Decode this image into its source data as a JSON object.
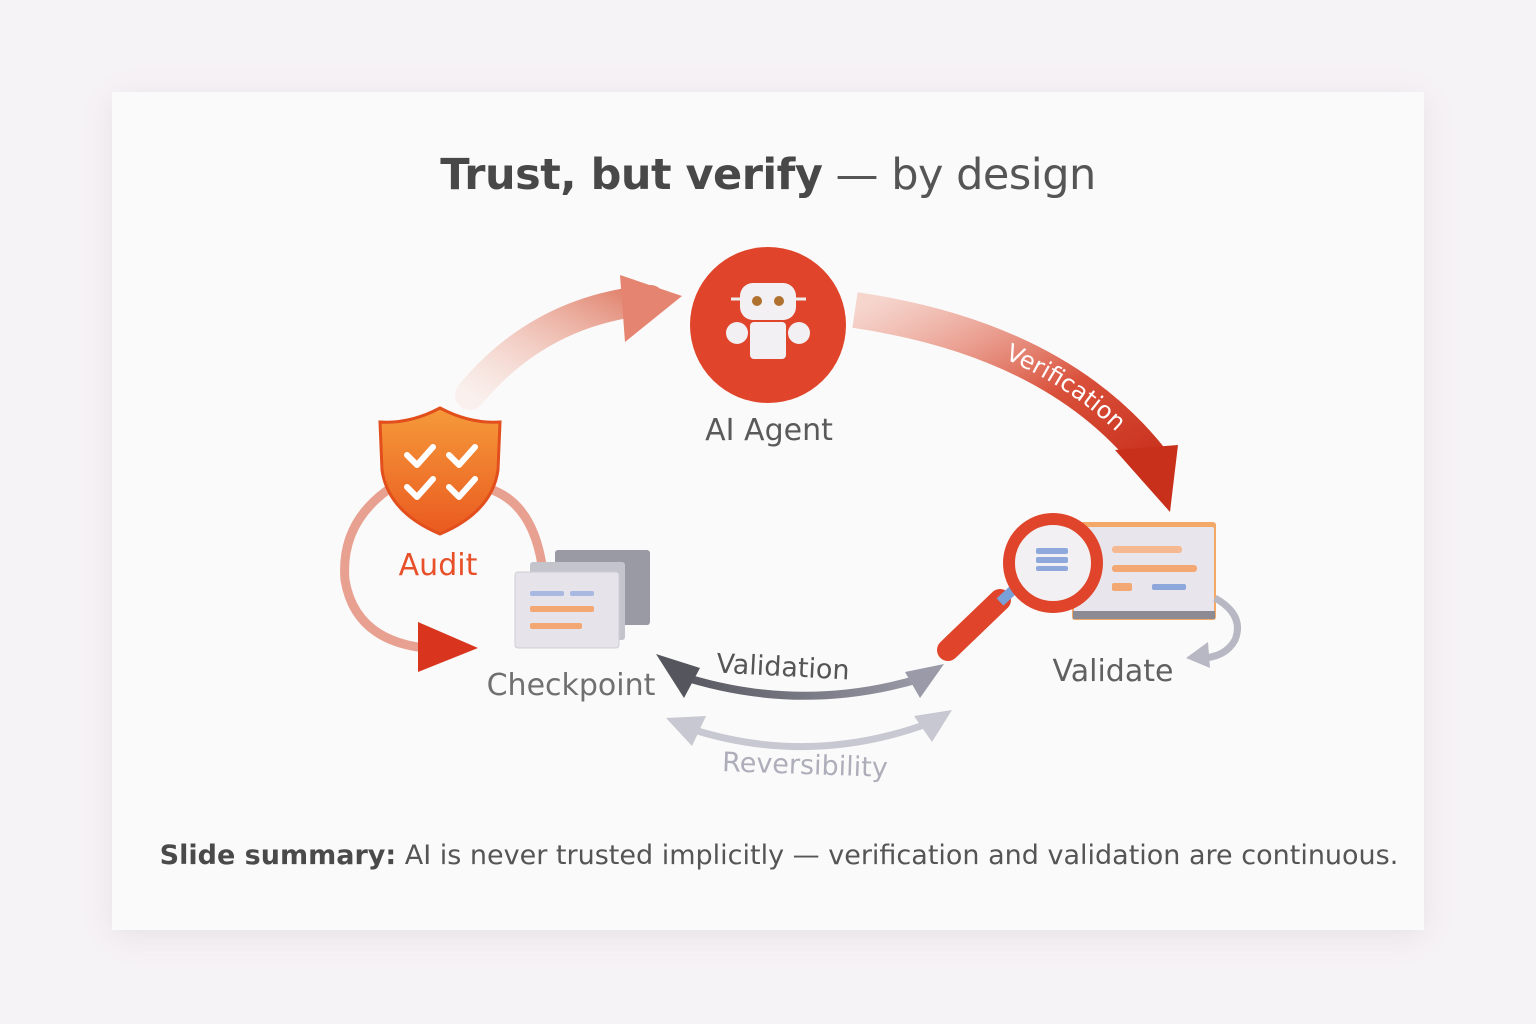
{
  "title": {
    "bold": "Trust, but verify",
    "rest": " — by design"
  },
  "nodes": {
    "agent": {
      "label": "AI Agent",
      "icon": "robot-icon"
    },
    "audit": {
      "label": "Audit",
      "icon": "shield-check-icon"
    },
    "checkpoint": {
      "label": "Checkpoint",
      "icon": "stacked-documents-icon"
    },
    "validate": {
      "label": "Validate",
      "icon": "magnifier-document-icon"
    }
  },
  "edges": {
    "verification": "Verification",
    "validation": "Validation",
    "reversibility": "Reversibility"
  },
  "summary": {
    "bold": "Slide summary:",
    "text": " AI is never trusted implicitly — verification and validation are continuous."
  },
  "colors": {
    "primary_red": "#e0442a",
    "orange": "#f07a2a",
    "gray": "#5a5a5a",
    "light_gray": "#b0b0bc"
  }
}
